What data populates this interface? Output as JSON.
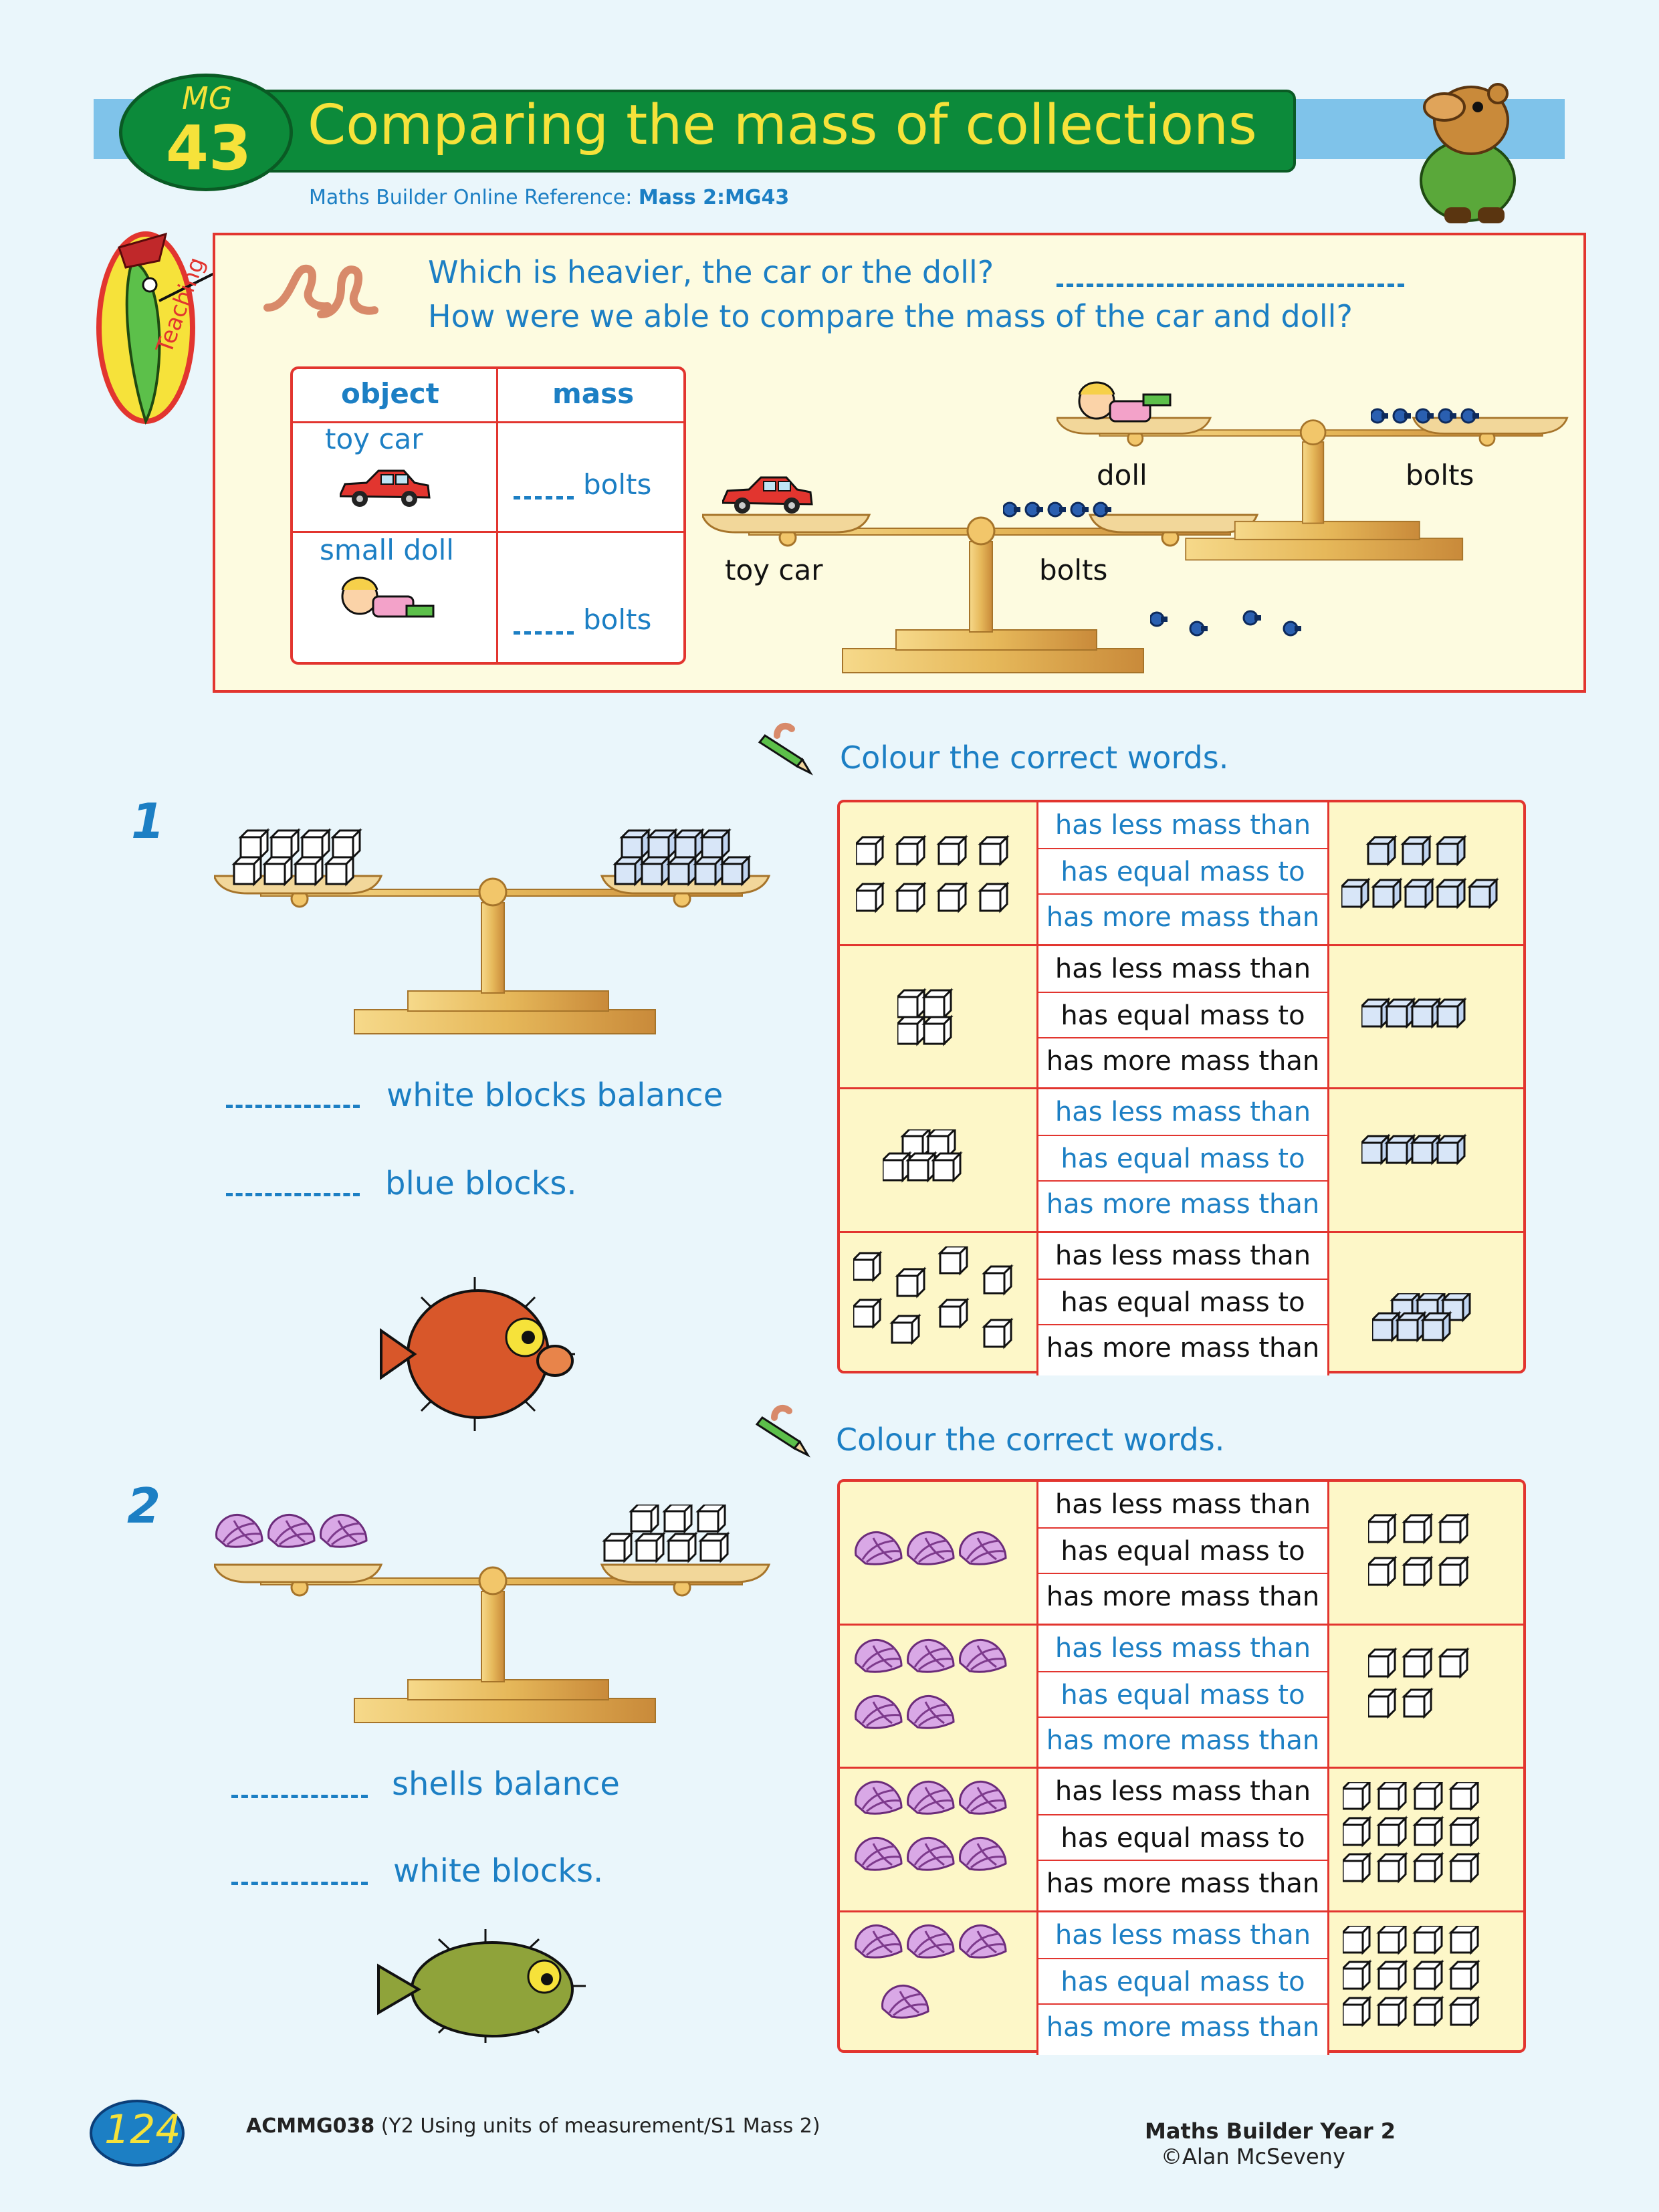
{
  "header": {
    "code_label": "MG",
    "code_number": "43",
    "title": "Comparing the mass of collections",
    "online_ref_prefix": "Maths Builder Online Reference: ",
    "online_ref_value": "Mass 2:MG43",
    "teaching_badge": "Teaching"
  },
  "teaching": {
    "question1": "Which is heavier, the car or the doll?",
    "question2": "How were we able to compare the mass of the car and doll?",
    "table": {
      "col_object": "object",
      "col_mass": "mass",
      "rows": [
        {
          "object": "toy car",
          "unit": "bolts"
        },
        {
          "object": "small doll",
          "unit": "bolts"
        }
      ]
    },
    "scale1": {
      "left": "toy car",
      "right": "bolts"
    },
    "scale2": {
      "left": "doll",
      "right": "bolts"
    }
  },
  "instruction": "Colour the correct words.",
  "options": [
    "has less mass than",
    "has equal mass to",
    "has more mass than"
  ],
  "q1": {
    "number": "1",
    "line1": "white blocks balance",
    "line2": "blue blocks."
  },
  "q2": {
    "number": "2",
    "line1": "shells balance",
    "line2": "white blocks."
  },
  "footer": {
    "page": "124",
    "code_bold": "ACMMG038",
    "code_rest": " (Y2 Using units of measurement/S1 Mass 2)",
    "book": "Maths Builder Year 2",
    "copyright": "©Alan McSeveny"
  },
  "colors": {
    "accent_blue": "#1c7fc4",
    "red_border": "#e2352f",
    "title_green": "#0c8a3a",
    "title_yellow": "#f6e23a",
    "cell_yellow": "#fdf7c8"
  }
}
